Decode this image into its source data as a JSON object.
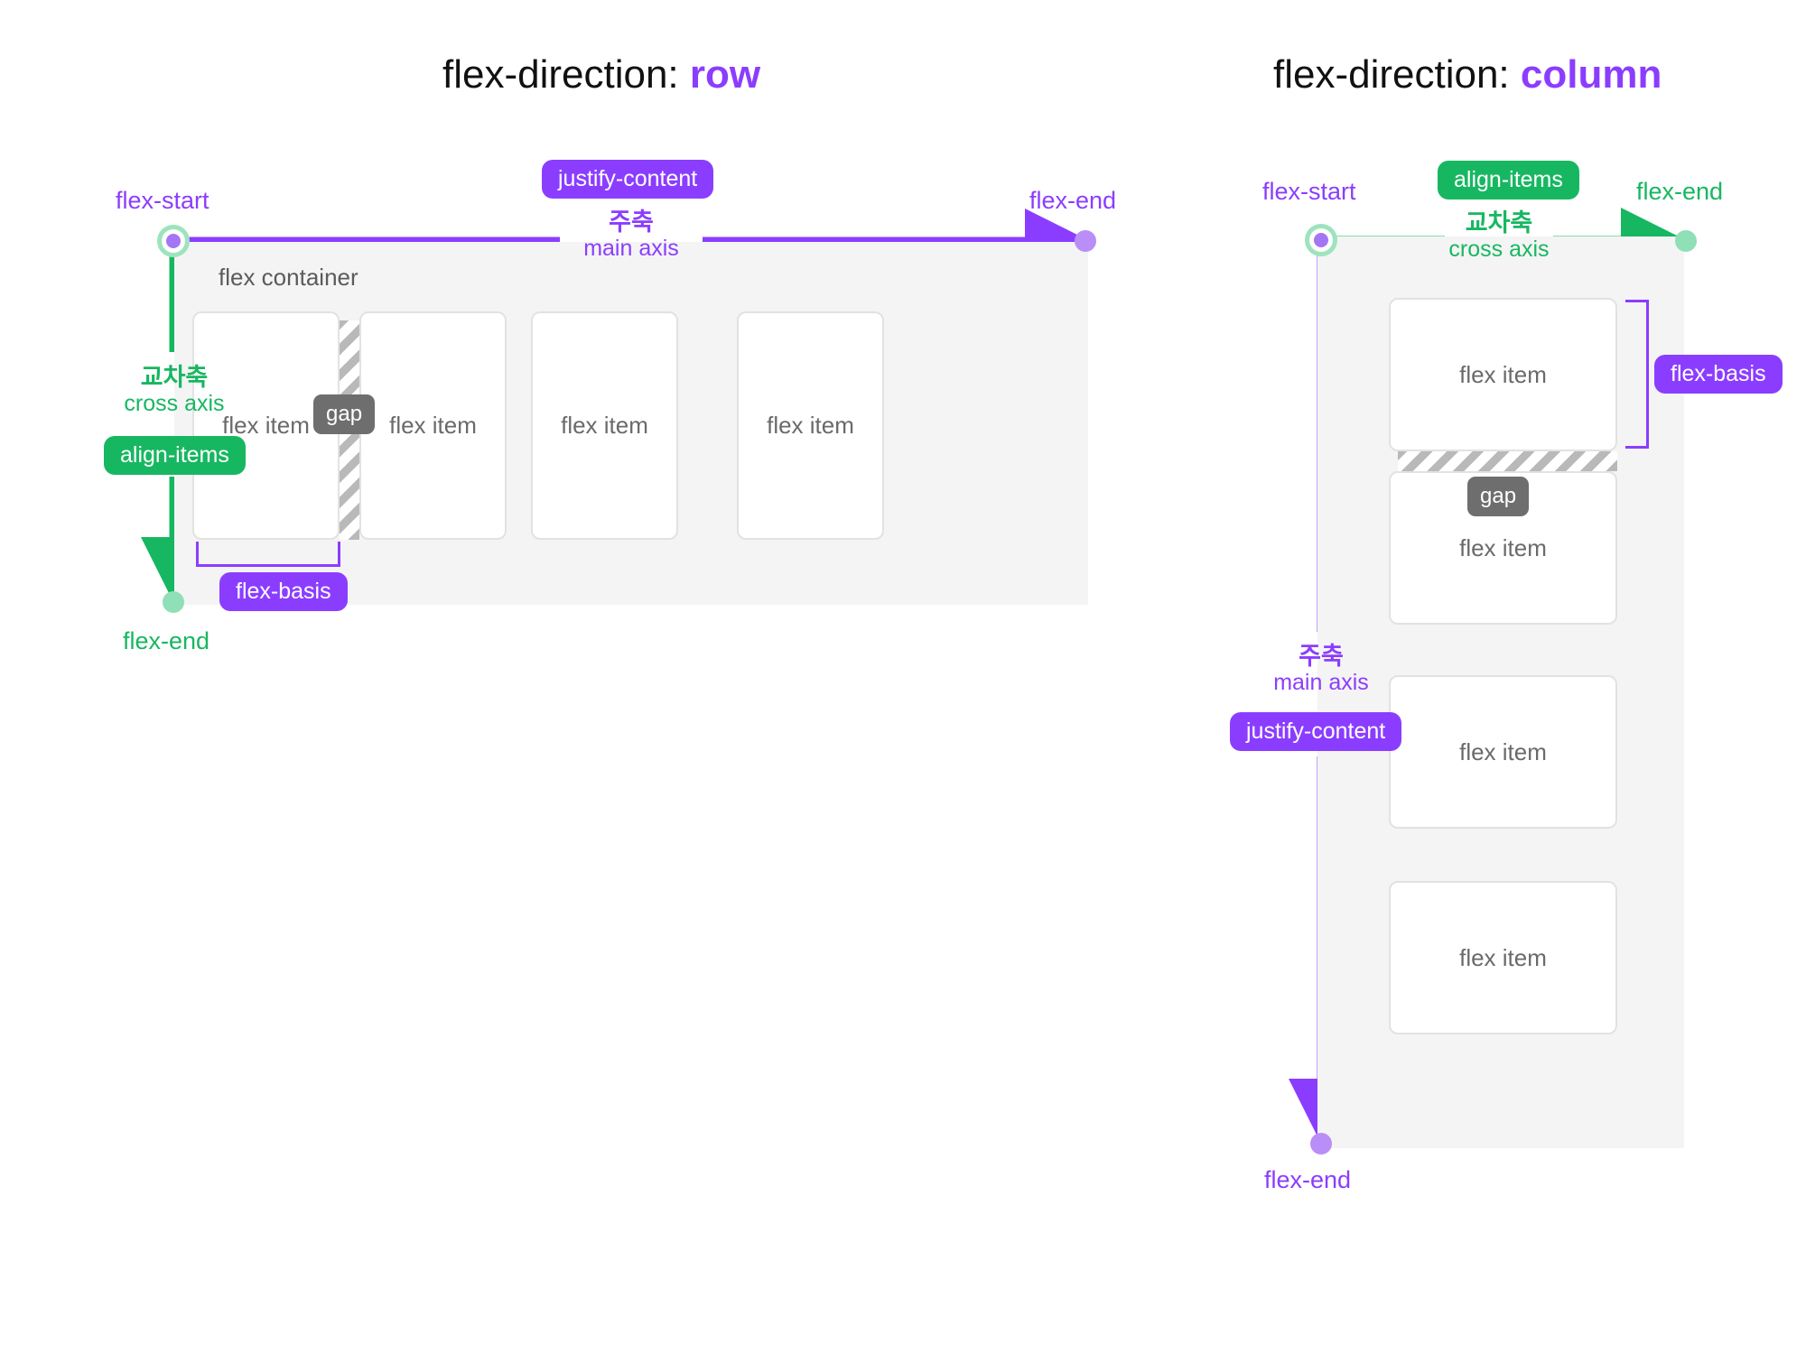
{
  "panels": [
    {
      "id": "row",
      "title_prefix": "flex-direction: ",
      "title_keyword": "row",
      "container_caption": "flex container",
      "main_axis": {
        "ko": "주축",
        "en": "main axis",
        "badge": "justify-content",
        "start_label": "flex-start",
        "end_label": "flex-end",
        "color": "#8b3dff",
        "orientation": "horizontal"
      },
      "cross_axis": {
        "ko": "교차축",
        "en": "cross axis",
        "badge": "align-items",
        "start_label": "flex-start",
        "end_label": "flex-end",
        "color": "#17b761",
        "orientation": "vertical"
      },
      "gap_label": "gap",
      "basis_label": "flex-basis",
      "items": [
        {
          "label": "flex item"
        },
        {
          "label": "flex item"
        },
        {
          "label": "flex item"
        },
        {
          "label": "flex item"
        }
      ]
    },
    {
      "id": "column",
      "title_prefix": "flex-direction: ",
      "title_keyword": "column",
      "container_caption": "",
      "main_axis": {
        "ko": "주축",
        "en": "main axis",
        "badge": "justify-content",
        "start_label": "flex-start",
        "end_label": "flex-end",
        "color": "#8b3dff",
        "orientation": "vertical"
      },
      "cross_axis": {
        "ko": "교차축",
        "en": "cross axis",
        "badge": "align-items",
        "start_label": "flex-start",
        "end_label": "flex-end",
        "color": "#17b761",
        "orientation": "horizontal"
      },
      "gap_label": "gap",
      "basis_label": "flex-basis",
      "items": [
        {
          "label": "flex item"
        },
        {
          "label": "flex item"
        },
        {
          "label": "flex item"
        },
        {
          "label": "flex item"
        }
      ]
    }
  ],
  "colors": {
    "purple": "#8b3dff",
    "purple_light": "#b98ef7",
    "green": "#17b761",
    "green_light": "#8fdfb7",
    "gray_badge": "#6e6e6e",
    "container_bg": "#f4f4f4",
    "item_border": "#e2e2e2",
    "item_text": "#6a6a6a",
    "title_text": "#111111"
  }
}
